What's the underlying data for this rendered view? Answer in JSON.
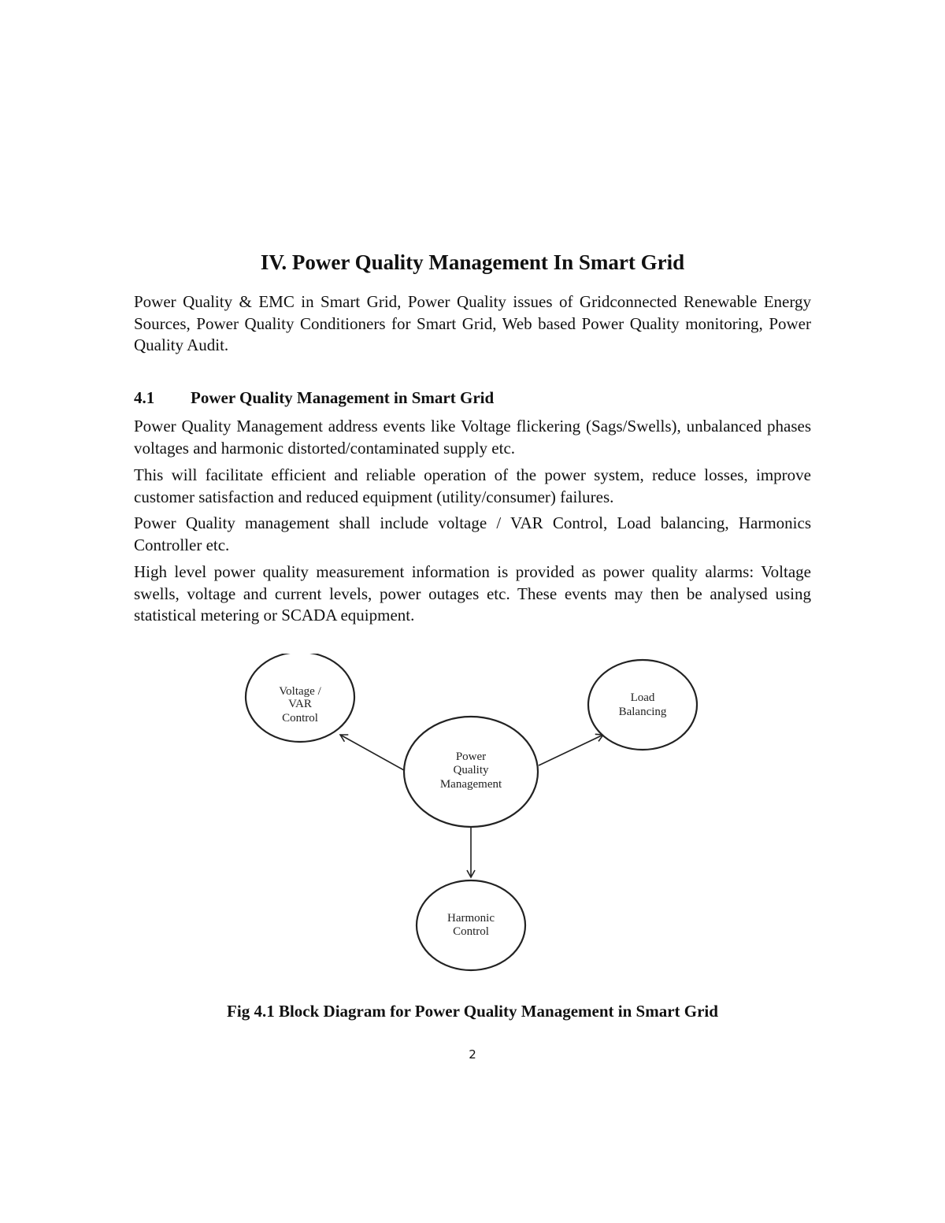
{
  "chapter_title": "IV. Power Quality Management In Smart Grid",
  "intro_paragraph": "Power Quality & EMC in Smart Grid, Power Quality issues of Gridconnected Renewable Energy Sources, Power Quality Conditioners for Smart Grid, Web based Power Quality monitoring, Power Quality Audit.",
  "section": {
    "number": "4.1",
    "title": "Power Quality Management in Smart Grid",
    "paragraphs": [
      "Power Quality Management address events like Voltage flickering (Sags/Swells), unbalanced phases voltages and harmonic distorted/contaminated supply etc.",
      "This will facilitate efficient and reliable operation of the power system, reduce losses, improve customer satisfaction and reduced equipment (utility/consumer) failures.",
      "Power Quality management shall include voltage / VAR Control, Load balancing, Harmonics Controller etc.",
      "High level power quality measurement information is provided as power quality alarms: Voltage swells, voltage and current levels, power outages etc. These events may then be analysed using statistical metering or SCADA equipment."
    ]
  },
  "diagram": {
    "center": [
      "Power",
      "Quality",
      "Management"
    ],
    "voltage_var": [
      "Voltage /",
      "VAR",
      "Control"
    ],
    "load_balancing": [
      "Load",
      "Balancing"
    ],
    "harmonic_control": [
      "Harmonic",
      "Control"
    ]
  },
  "figure_caption": "Fig 4.1 Block Diagram for Power Quality Management in Smart Grid",
  "page_number": "2"
}
